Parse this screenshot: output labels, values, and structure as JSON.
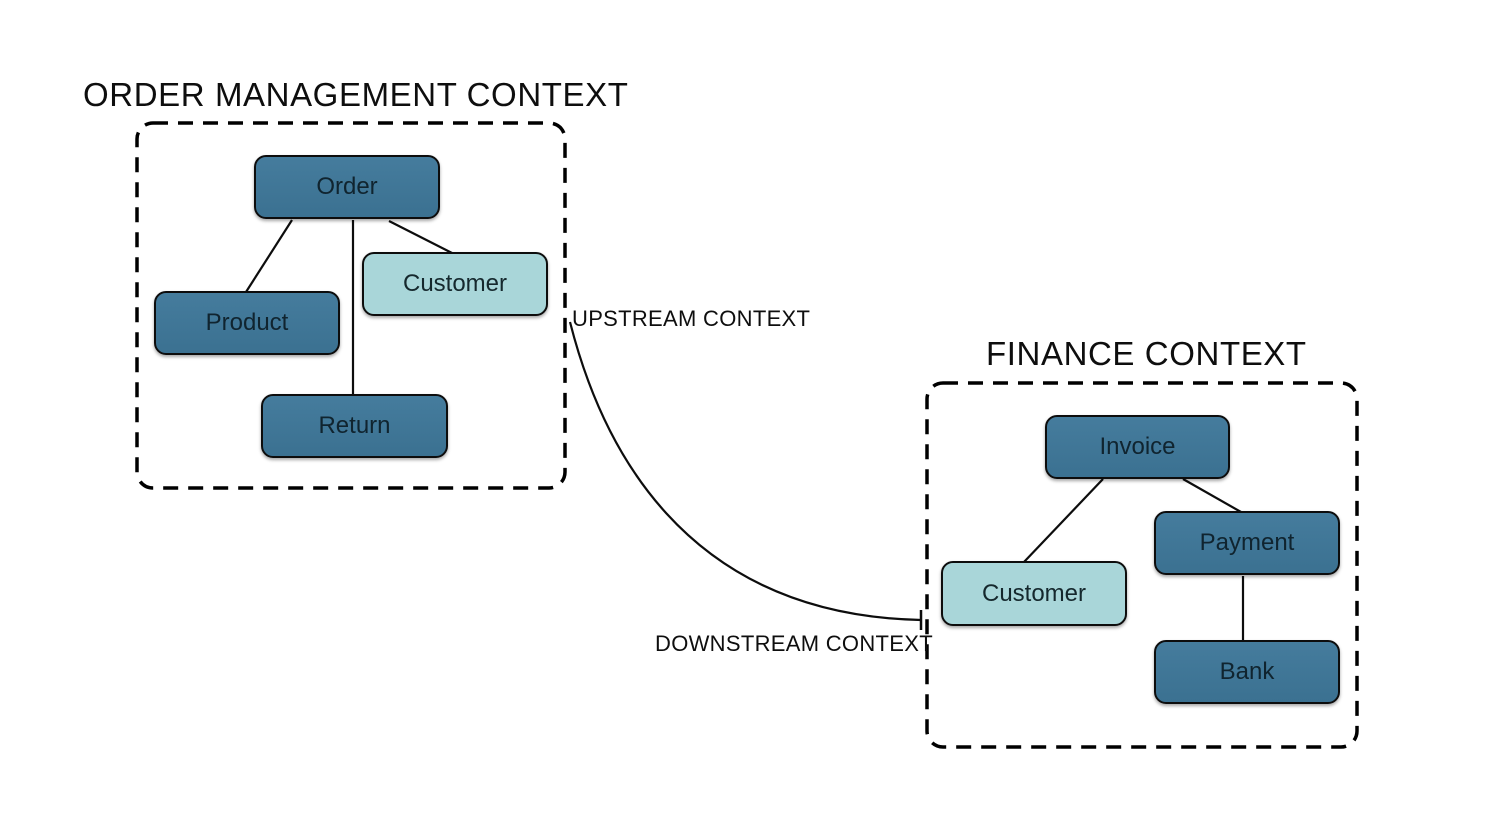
{
  "diagram": {
    "type": "bounded-context-diagram",
    "background": "#ffffff",
    "colors": {
      "entity_dark": "#3e7494",
      "entity_light": "#a9d6d9",
      "stroke": "#0d0d0d",
      "text": "#0e0e0e"
    },
    "contexts": [
      {
        "name": "order-management-context",
        "title": "ORDER MANAGEMENT CONTEXT",
        "entities": [
          {
            "label": "Order",
            "variant": "dark"
          },
          {
            "label": "Customer",
            "variant": "light"
          },
          {
            "label": "Product",
            "variant": "dark"
          },
          {
            "label": "Return",
            "variant": "dark"
          }
        ],
        "relations": [
          {
            "from": "Order",
            "to": "Product"
          },
          {
            "from": "Order",
            "to": "Return"
          },
          {
            "from": "Order",
            "to": "Customer"
          }
        ]
      },
      {
        "name": "finance-context",
        "title": "FINANCE CONTEXT",
        "entities": [
          {
            "label": "Invoice",
            "variant": "dark"
          },
          {
            "label": "Payment",
            "variant": "dark"
          },
          {
            "label": "Customer",
            "variant": "light"
          },
          {
            "label": "Bank",
            "variant": "dark"
          }
        ],
        "relations": [
          {
            "from": "Invoice",
            "to": "Customer"
          },
          {
            "from": "Invoice",
            "to": "Payment"
          },
          {
            "from": "Payment",
            "to": "Bank"
          }
        ]
      }
    ],
    "relationship": {
      "upstream_label": "UPSTREAM CONTEXT",
      "downstream_label": "DOWNSTREAM CONTEXT",
      "from_context": "order-management-context",
      "to_context": "finance-context"
    }
  }
}
